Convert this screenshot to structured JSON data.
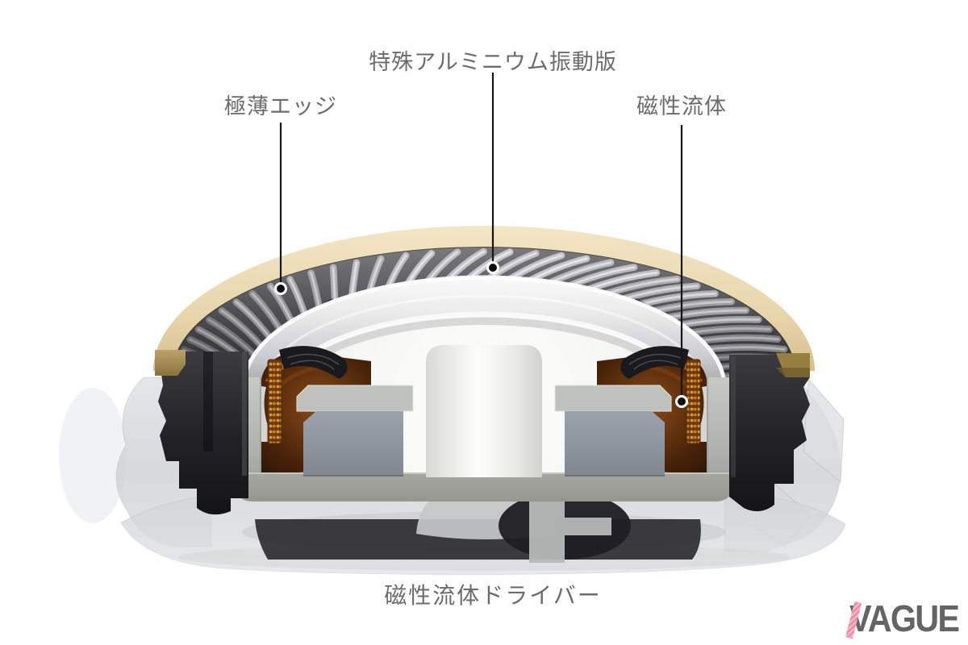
{
  "figure": {
    "background": "#ffffff",
    "label_color": "#6c6c6c",
    "leader_line_color": "#161616",
    "callouts": [
      {
        "id": "diaphragm",
        "text": "特殊アルミニウム振動版"
      },
      {
        "id": "edge",
        "text": "極薄エッジ"
      },
      {
        "id": "fluid",
        "text": "磁性流体"
      }
    ],
    "caption": "磁性流体ドライバー"
  },
  "logo": {
    "text": "VAGUE",
    "color": "#656565",
    "accent_color": "#ee92a8"
  },
  "illustration": {
    "subject": "cutaway cross-section of a magnetic-fluid earphone driver",
    "colors": {
      "rim_cream": "#e9d8b2",
      "surround_dark": "#2e2e30",
      "diaphragm_silver": "#d9d9db",
      "frame_gray": "#b3b5b1",
      "magnet_gray": "#8e96a0",
      "coil_copper": "#c37a2e",
      "cavity_brown": "#4a2409",
      "housing_black": "#242428",
      "housing_translucent": "#d6d8da"
    }
  }
}
